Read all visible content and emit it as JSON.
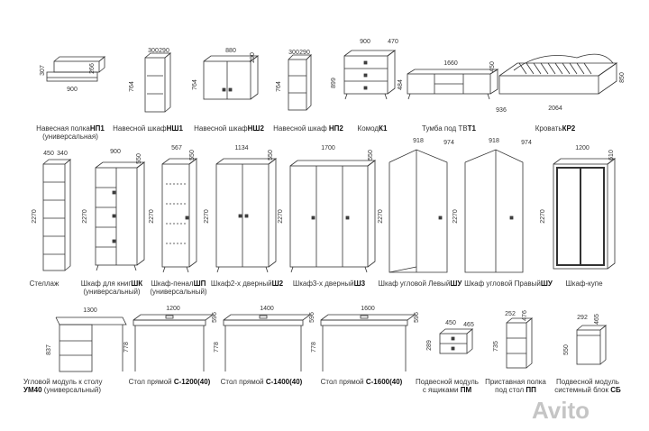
{
  "watermark": "Avito",
  "colors": {
    "line": "#333333",
    "dim": "#555555",
    "accent": "#3a3a3a",
    "floor": "#9a9a9a"
  },
  "items": [
    {
      "name": "Навесная полка",
      "code": "НП1",
      "sub": "(универсальная)",
      "dims": {
        "w": "900",
        "h": "307",
        "d": "266"
      }
    },
    {
      "name": "Навесной шкаф",
      "code": "НШ1",
      "sub": "",
      "dims": {
        "w": "300",
        "d": "290",
        "h": "764"
      }
    },
    {
      "name": "Навесной шкаф",
      "code": "НШ2",
      "sub": "",
      "dims": {
        "w": "880",
        "d": "290",
        "h": "764"
      }
    },
    {
      "name": "Навесной шкаф",
      "code": "НП2",
      "sub": "",
      "dims": {
        "w": "300",
        "d": "290",
        "h": "764"
      }
    },
    {
      "name": "Комод",
      "code": "К1",
      "sub": "",
      "dims": {
        "w": "900",
        "d": "470",
        "h": "899"
      }
    },
    {
      "name": "Тумба под ТВ",
      "code": "Т1",
      "sub": "",
      "dims": {
        "w": "1660",
        "d": "450",
        "h": "484"
      }
    },
    {
      "name": "Кровать",
      "code": "КР2",
      "sub": "",
      "dims": {
        "w": "2064",
        "d": "936",
        "h": "850"
      }
    },
    {
      "name": "Стеллаж",
      "code": "",
      "sub": "",
      "dims": {
        "w": "450",
        "d": "340",
        "h": "2270"
      }
    },
    {
      "name": "Шкаф для книг",
      "code": "ШК",
      "sub": "(универсальный)",
      "dims": {
        "w": "900",
        "d": "550",
        "h": "2270"
      }
    },
    {
      "name": "Шкаф-пенал",
      "code": "ШП",
      "sub": "(универсальный)",
      "dims": {
        "w": "567",
        "d": "550",
        "h": "2270"
      }
    },
    {
      "name": "Шкаф2-х дверный",
      "code": "Ш2",
      "sub": "",
      "dims": {
        "w": "1134",
        "d": "550",
        "h": "2270"
      }
    },
    {
      "name": "Шкаф3-х дверный",
      "code": "Ш3",
      "sub": "",
      "dims": {
        "w": "1700",
        "d": "550",
        "h": "2270"
      }
    },
    {
      "name": "Шкаф угловой Левый",
      "code": "ШУ",
      "sub": "",
      "dims": {
        "w": "918",
        "d": "974",
        "h": "2270"
      }
    },
    {
      "name": "Шкаф угловой Правый",
      "code": "ШУ",
      "sub": "",
      "dims": {
        "w": "918",
        "d": "974",
        "h": "2270"
      }
    },
    {
      "name": "Шкаф-купе",
      "code": "",
      "sub": "",
      "dims": {
        "w": "1200",
        "d": "610",
        "h": "2270"
      }
    },
    {
      "name": "Угловой модуль к столу",
      "code": "УМ40",
      "sub": "(универсальный)",
      "dims": {
        "w": "1300",
        "h": "837"
      }
    },
    {
      "name": "Стол прямой",
      "code": "С-1200(40)",
      "sub": "",
      "dims": {
        "w": "1200",
        "d": "596",
        "h": "778"
      }
    },
    {
      "name": "Стол прямой",
      "code": "С-1400(40)",
      "sub": "",
      "dims": {
        "w": "1400",
        "d": "596",
        "h": "778"
      }
    },
    {
      "name": "Стол прямой",
      "code": "С-1600(40)",
      "sub": "",
      "dims": {
        "w": "1600",
        "d": "596",
        "h": "778"
      }
    },
    {
      "name": "Подвесной модуль",
      "code": "ПМ",
      "sub": "с ящиками",
      "dims": {
        "w": "450",
        "d": "465",
        "h": "289"
      }
    },
    {
      "name": "Приставная полка",
      "code": "ПП",
      "sub": "под стол",
      "dims": {
        "w": "252",
        "d": "476",
        "h": "735"
      }
    },
    {
      "name": "Подвесной модуль",
      "code": "СБ",
      "sub": "системный блок",
      "dims": {
        "w": "292",
        "d": "465",
        "h": "550"
      }
    }
  ]
}
